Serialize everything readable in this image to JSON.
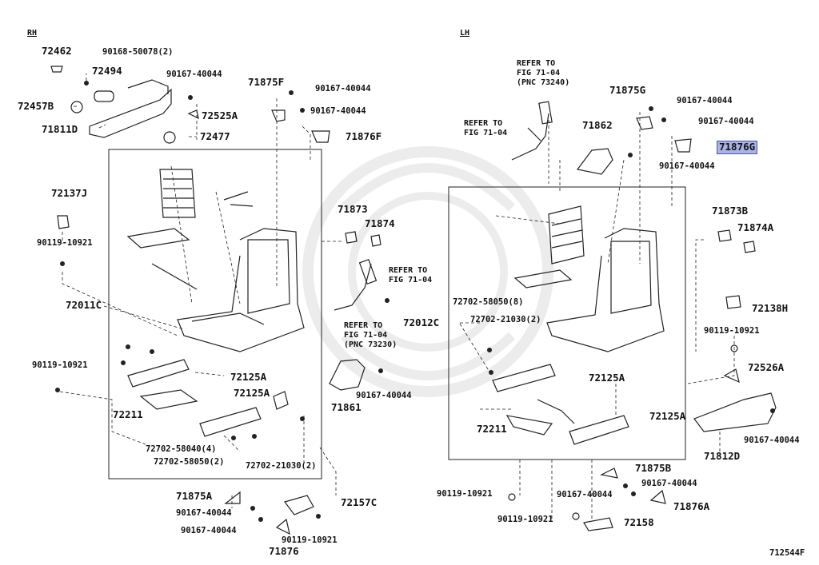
{
  "diagram": {
    "side_labels": {
      "rh": "RH",
      "lh": "LH"
    },
    "figure_id": "712544F",
    "highlighted_part": "71876G",
    "rh": {
      "p72462": "72462",
      "p90168_50078": "90168-50078(2)",
      "p72494": "72494",
      "p72457B": "72457B",
      "p71811D": "71811D",
      "p90167_40044_a": "90167-40044",
      "p72525A": "72525A",
      "p72477": "72477",
      "p71875F": "71875F",
      "p90167_40044_b": "90167-40044",
      "p90167_40044_c": "90167-40044",
      "p71876F": "71876F",
      "p72137J": "72137J",
      "p90119_10921_a": "90119-10921",
      "p72011C": "72011C",
      "p90119_10921_b": "90119-10921",
      "p71873": "71873",
      "p71874": "71874",
      "refer_a": "REFER TO\nFIG 71-04",
      "refer_b": "REFER TO\nFIG 71-04\n(PNC 73230)",
      "p72125A_a": "72125A",
      "p72125A_b": "72125A",
      "p90167_40044_d": "90167-40044",
      "p71861": "71861",
      "p72211": "72211",
      "p72702_58040": "72702-58040(4)",
      "p72702_58050": "72702-58050(2)",
      "p72702_21030": "72702-21030(2)",
      "p71875A": "71875A",
      "p90167_40044_e": "90167-40044",
      "p90167_40044_f": "90167-40044",
      "p71876": "71876",
      "p72157C": "72157C",
      "p90119_10921_c": "90119-10921"
    },
    "lh": {
      "refer_c": "REFER TO\nFIG 71-04\n(PNC 73240)",
      "refer_d": "REFER TO\nFIG 71-04",
      "p71875G": "71875G",
      "p90167_40044_g": "90167-40044",
      "p90167_40044_h": "90167-40044",
      "p71862": "71862",
      "p71876G": "71876G",
      "p90167_40044_i": "90167-40044",
      "p71873B": "71873B",
      "p71874A": "71874A",
      "p72702_58050_8": "72702-58050(8)",
      "p72702_21030_2": "72702-21030(2)",
      "p72012C": "72012C",
      "p72138H": "72138H",
      "p90119_10921_d": "90119-10921",
      "p72526A": "72526A",
      "p72125A_c": "72125A",
      "p72125A_d": "72125A",
      "p72211": "72211",
      "p71812D": "71812D",
      "p90167_40044_j": "90167-40044",
      "p71875B": "71875B",
      "p90167_40044_k": "90167-40044",
      "p90119_10921_e": "90119-10921",
      "p90167_40044_l": "90167-40044",
      "p71876A": "71876A",
      "p90119_10921_f": "90119-10921",
      "p72158": "72158"
    }
  }
}
